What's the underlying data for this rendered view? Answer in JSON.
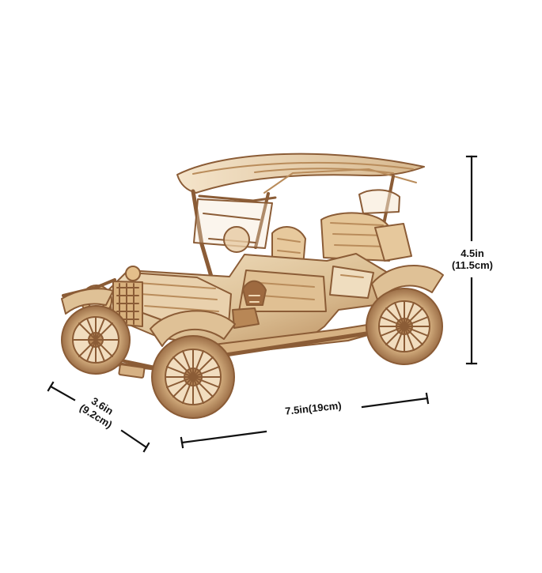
{
  "product": {
    "description": "wooden vintage car model",
    "colors": {
      "background": "#ffffff",
      "wood_light": "#ead7b8",
      "wood_mid": "#cfae83",
      "wood_dark": "#8b5c36",
      "line": "#111111"
    }
  },
  "dimensions": {
    "height": {
      "primary": "4.5in",
      "secondary": "(11.5cm)"
    },
    "length": {
      "label": "7.5in(19cm)"
    },
    "depth": {
      "primary": "3.6in",
      "secondary": "(9.2cm)"
    }
  }
}
